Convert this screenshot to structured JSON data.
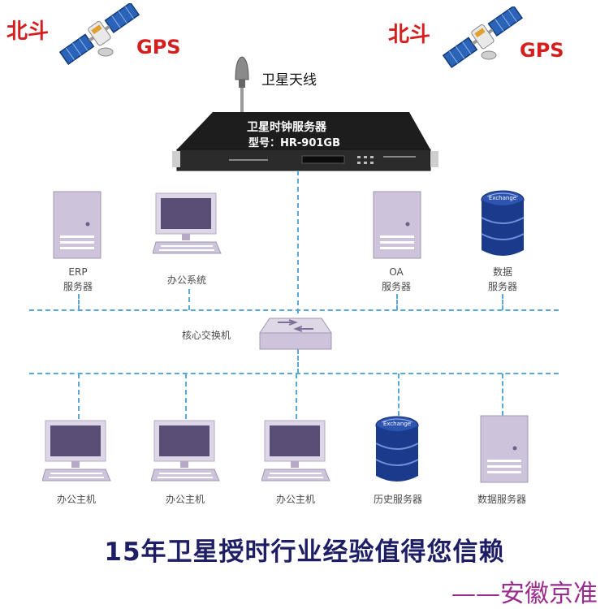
{
  "top": {
    "left_beidou": "北斗",
    "left_gps": "GPS",
    "right_beidou": "北斗",
    "right_gps": "GPS",
    "antenna_label": "卫星天线"
  },
  "device": {
    "name": "卫星时钟服务器",
    "model": "型号：HR-901GB"
  },
  "servers_top": [
    {
      "line1": "ERP",
      "line2": "服务器"
    },
    {
      "line1": "办公系统",
      "line2": ""
    },
    {
      "line1": "OA",
      "line2": "服务器"
    },
    {
      "line1": "数据",
      "line2": "服务器"
    }
  ],
  "switch_label": "核心交换机",
  "db_badge": "Exchange",
  "bottom": [
    {
      "label": "办公主机"
    },
    {
      "label": "办公主机"
    },
    {
      "label": "办公主机"
    },
    {
      "label": "历史服务器"
    },
    {
      "label": "数据服务器"
    }
  ],
  "headline": "15年卫星授时行业经验值得您信赖",
  "signature": "——安徽京准",
  "colors": {
    "accent_red": "#d51f1f",
    "network_line": "#58a8d8",
    "server_purple": "#c9bfd6",
    "db_blue": "#1a3a8c",
    "headline": "#1e1e66",
    "signature": "#9b2a8f"
  }
}
